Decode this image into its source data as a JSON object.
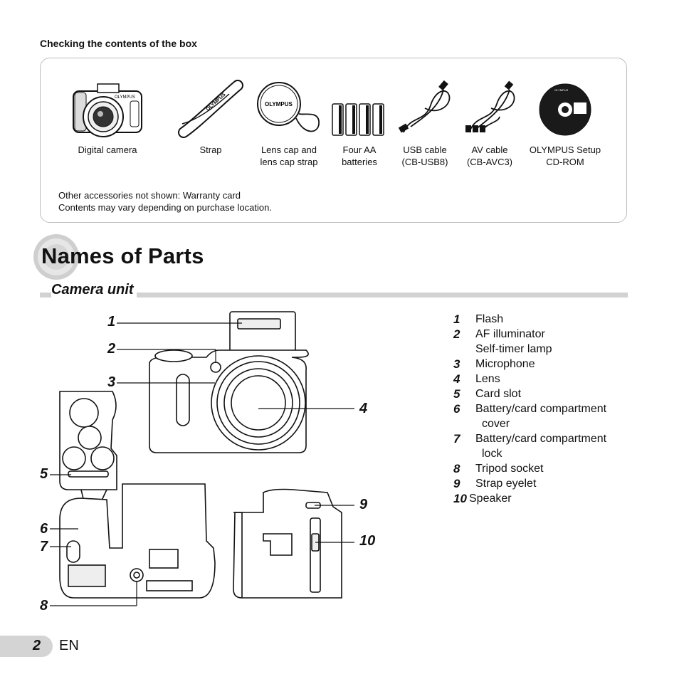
{
  "contents": {
    "title": "Checking the contents of the box",
    "items": [
      {
        "caption": "Digital camera",
        "icon": "camera-icon"
      },
      {
        "caption": "Strap",
        "icon": "strap-icon"
      },
      {
        "caption": "Lens cap and\nlens cap strap",
        "icon": "lens-cap-icon"
      },
      {
        "caption": "Four AA\nbatteries",
        "icon": "batteries-icon"
      },
      {
        "caption": "USB cable\n(CB-USB8)",
        "icon": "usb-cable-icon"
      },
      {
        "caption": "AV cable\n(CB-AVC3)",
        "icon": "av-cable-icon"
      },
      {
        "caption": "OLYMPUS Setup\nCD-ROM",
        "icon": "cd-rom-icon"
      }
    ],
    "note1": "Other accessories not shown: Warranty card",
    "note2": "Contents may vary depending on purchase location.",
    "brand": "OLYMPUS"
  },
  "section": {
    "title": "Names of Parts",
    "subtitle": "Camera unit"
  },
  "callouts": [
    "1",
    "2",
    "3",
    "4",
    "5",
    "6",
    "7",
    "8",
    "9",
    "10"
  ],
  "parts": [
    {
      "num": "1",
      "lines": [
        "Flash"
      ]
    },
    {
      "num": "2",
      "lines": [
        "AF illuminator",
        "Self-timer lamp"
      ]
    },
    {
      "num": "3",
      "lines": [
        "Microphone"
      ]
    },
    {
      "num": "4",
      "lines": [
        "Lens"
      ]
    },
    {
      "num": "5",
      "lines": [
        "Card slot"
      ]
    },
    {
      "num": "6",
      "lines": [
        "Battery/card compartment",
        "cover"
      ]
    },
    {
      "num": "7",
      "lines": [
        "Battery/card compartment",
        "lock"
      ]
    },
    {
      "num": "8",
      "lines": [
        "Tripod socket"
      ]
    },
    {
      "num": "9",
      "lines": [
        "Strap eyelet"
      ]
    },
    {
      "num": "10",
      "lines": [
        "Speaker"
      ]
    }
  ],
  "footer": {
    "page": "2",
    "lang": "EN"
  }
}
